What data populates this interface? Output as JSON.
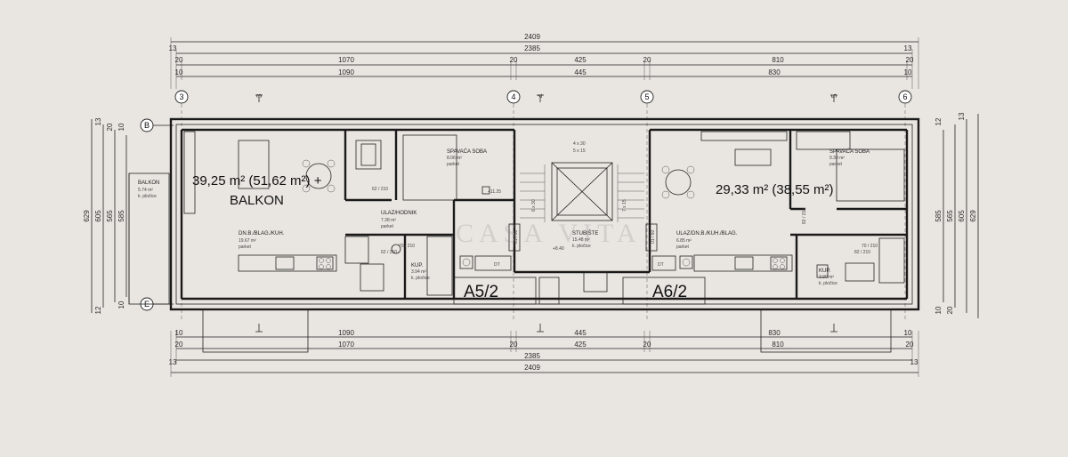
{
  "dimensions": {
    "top_total": "2409",
    "top_inner": "2385",
    "top_row1": [
      "20",
      "1070",
      "20",
      "425",
      "20",
      "810",
      "20"
    ],
    "top_row2": [
      "10",
      "1090",
      "445",
      "830",
      "10"
    ],
    "top_edges": [
      "13",
      "13"
    ],
    "bottom_row1": [
      "10",
      "1090",
      "445",
      "830",
      "10"
    ],
    "bottom_row2": [
      "20",
      "1070",
      "20",
      "425",
      "20",
      "810",
      "20"
    ],
    "bottom_inner": "2385",
    "bottom_total": "2409",
    "bottom_edges": [
      "13",
      "13"
    ],
    "left_side": [
      "629",
      "605",
      "565",
      "585"
    ],
    "left_small": [
      "13",
      "10",
      "20",
      "10",
      "12"
    ],
    "right_side": [
      "585",
      "565",
      "605",
      "629"
    ],
    "right_small": [
      "12",
      "13",
      "20",
      "10"
    ]
  },
  "axes": {
    "columns": [
      "3",
      "4",
      "5",
      "6"
    ],
    "rows": [
      "B",
      "E"
    ],
    "sections": [
      "3",
      "4",
      "5"
    ]
  },
  "apartments": [
    {
      "label": "A5/2",
      "area_text": "39,25 m² (51,62 m²) +",
      "balkon_text": "BALKON"
    },
    {
      "label": "A6/2",
      "area_text": "29,33 m² (38,55 m²)"
    }
  ],
  "rooms": {
    "balkon": {
      "name": "BALKON",
      "area": "5.74 m²",
      "floor": "k. pločice"
    },
    "spavaca_left": {
      "name": "SPAVAĆA SOBA",
      "area": "8.06 m²",
      "floor": "parket"
    },
    "ulaz_hodnik": {
      "name": "ULAZ/HODNIK",
      "area": "7.38 m²",
      "floor": "parket"
    },
    "dnevni_left": {
      "name": "DN.B./BLAG./KUH.",
      "area": "19.67 m²",
      "floor": "parket"
    },
    "kup_left": {
      "name": "KUP.",
      "area": "3.94 m²",
      "floor": "k. pločice"
    },
    "stubiste": {
      "name": "STUBIŠTE",
      "area": "15.48 m²",
      "floor": "k. pločice"
    },
    "ulaz_dnevni_right": {
      "name": "ULAZ/DN.B./KUH./BLAG.",
      "area": "6.85 m²",
      "floor": "parket"
    },
    "spavaca_right": {
      "name": "SPAVAĆA SOBA",
      "area": "9.30 m²",
      "floor": "parket"
    },
    "kup_right": {
      "name": "KUP.",
      "area": "3.90 m²",
      "floor": "k. pločice"
    }
  },
  "annotations": {
    "level_left": "+11.25",
    "level_stair": "+8.40",
    "door_62_210": "62 / 210",
    "door_70_210": "70 / 210",
    "door_82_210": "82 / 210",
    "stair_a": "4 x 30",
    "stair_b": "5 x 15",
    "stair_c": "6 x 30",
    "stair_d": "7 x 15",
    "vent_a": "01 / 60",
    "vent_b": "01 / 60",
    "dt": "DT"
  },
  "watermark": "CASA VITA"
}
